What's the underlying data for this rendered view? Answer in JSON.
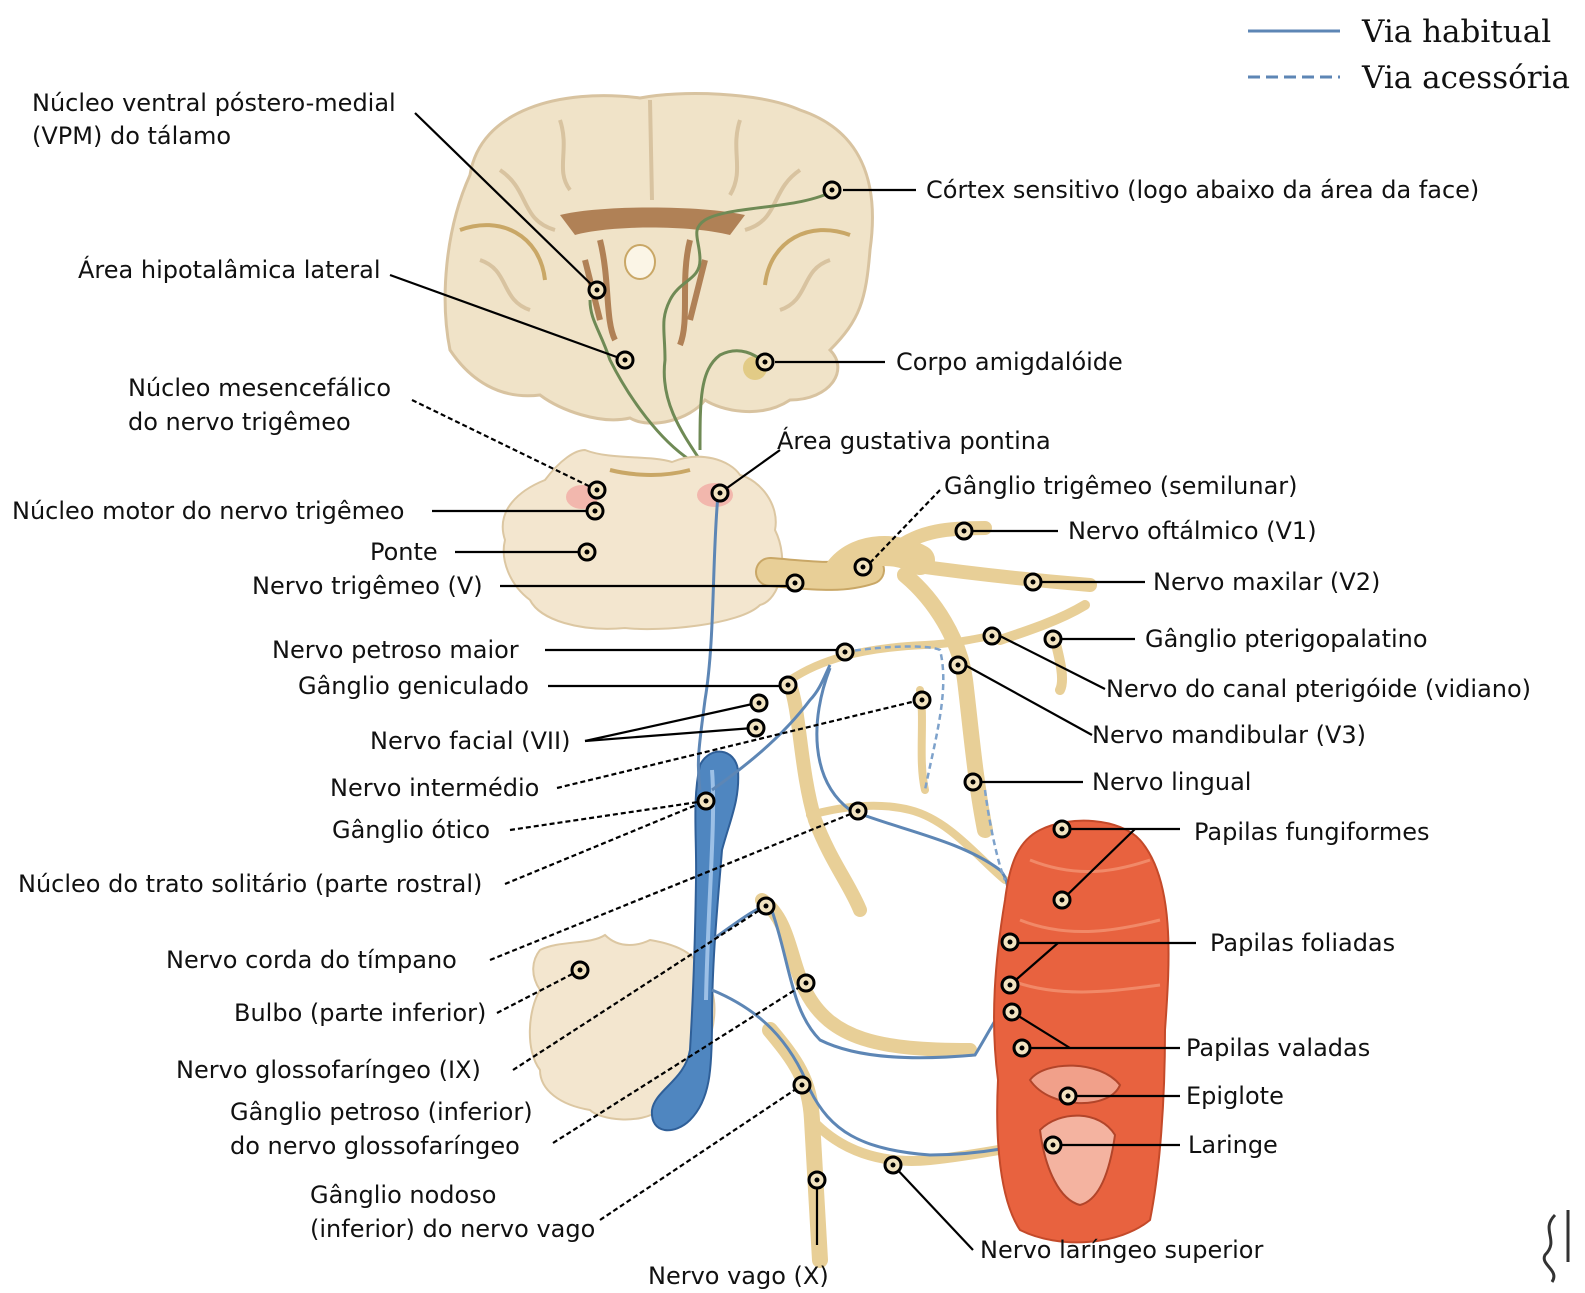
{
  "legend": {
    "habitual": "Via habitual",
    "acessoria": "Via acessória",
    "color": "#5d86b5"
  },
  "labels": {
    "vpm": "Núcleo ventral póstero-medial",
    "vpm2": "(VPM) do tálamo",
    "cortex": "Córtex sensitivo (logo abaixo da área da face)",
    "hipotal": "Área hipotalâmica lateral",
    "amigdal": "Corpo amigdalóide",
    "mesenc1": "Núcleo mesencefálico",
    "mesenc2": "do nervo trigêmeo",
    "gustativa": "Área gustativa pontina",
    "motor": "Núcleo motor do nervo trigêmeo",
    "gtrigemeo": "Gânglio trigêmeo (semilunar)",
    "oftalmico": "Nervo oftálmico (V1)",
    "ponte": "Ponte",
    "ntrigemeo": "Nervo trigêmeo (V)",
    "maxilar": "Nervo maxilar (V2)",
    "ptgpal": "Gânglio pterigopalatino",
    "petroso": "Nervo petroso maior",
    "canal": "Nervo do canal pterigóide (vidiano)",
    "geniculado": "Gânglio geniculado",
    "mandibular": "Nervo mandibular (V3)",
    "facial": "Nervo facial (VII)",
    "intermedio": "Nervo intermédio",
    "lingual": "Nervo lingual",
    "otico": "Gânglio ótico",
    "fungiformes": "Papilas fungiformes",
    "solitario": "Núcleo do trato solitário (parte rostral)",
    "corda": "Nervo corda do tímpano",
    "foliadas": "Papilas foliadas",
    "bulbo": "Bulbo (parte inferior)",
    "glosso": "Nervo glossofaríngeo (IX)",
    "valadas": "Papilas valadas",
    "petrosoinf1": "Gânglio petroso (inferior)",
    "petrosoinf2": "do nervo glossofaríngeo",
    "epiglote": "Epiglote",
    "laringe": "Laringe",
    "nodoso1": "Gânglio nodoso",
    "nodoso2": "(inferior) do nervo vago",
    "laringeo": "Nervo laríngeo superior",
    "vago": "Nervo vago (X)"
  },
  "colors": {
    "brain": "#f0e3c8",
    "brain_outline": "#d8c3a0",
    "grey_matter": "#a0683a",
    "nerve": "#e8cf97",
    "tongue": "#e8623f",
    "nucleus_blue": "#4f86c0"
  }
}
